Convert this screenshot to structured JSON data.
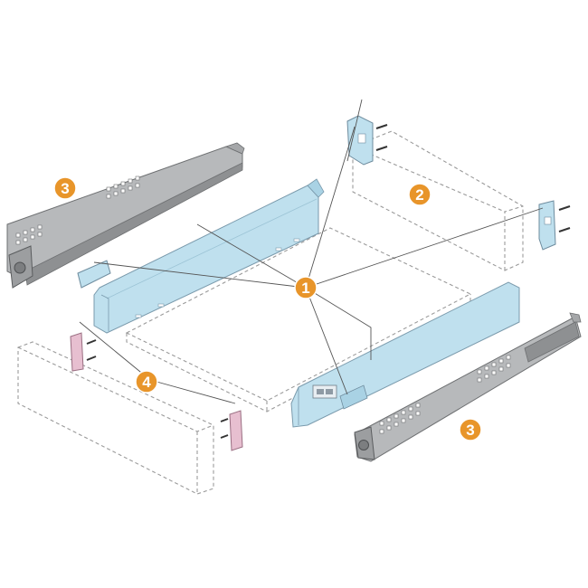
{
  "diagram": {
    "callouts": [
      {
        "id": "callout-1",
        "label": "1"
      },
      {
        "id": "callout-2",
        "label": "2"
      },
      {
        "id": "callout-3-left",
        "label": "3"
      },
      {
        "id": "callout-3-right",
        "label": "3"
      },
      {
        "id": "callout-4",
        "label": "4"
      }
    ],
    "colors": {
      "badge": "#E8952A",
      "blue_panel": "#BFE0EE",
      "blue_edge": "#7A9AAC",
      "runner": "#B7B9BB",
      "runner_dark": "#8E9092",
      "pink_bracket": "#E7BFD0",
      "dashed": "#9A9A9A",
      "leader": "#555555"
    }
  }
}
